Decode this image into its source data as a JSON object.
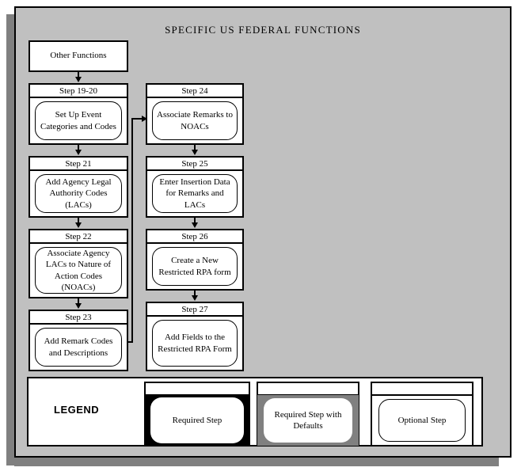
{
  "diagram": {
    "title": "SPECIFIC US FEDERAL FUNCTIONS",
    "background_color": "#c0c0c0",
    "shadow_color": "#808080",
    "border_color": "#000000"
  },
  "entry_box": {
    "label": "Other Functions"
  },
  "columns": [
    {
      "name": "left-column",
      "steps": [
        {
          "header": "Step 19-20",
          "body": "Set Up Event Categories and Codes"
        },
        {
          "header": "Step 21",
          "body": "Add Agency Legal Authority Codes (LACs)"
        },
        {
          "header": "Step 22",
          "body": "Associate Agency LACs to Nature of Action Codes (NOACs)"
        },
        {
          "header": "Step 23",
          "body": "Add Remark Codes and Descriptions"
        }
      ]
    },
    {
      "name": "right-column",
      "steps": [
        {
          "header": "Step 24",
          "body": "Associate Remarks to NOACs"
        },
        {
          "header": "Step 25",
          "body": "Enter Insertion Data for Remarks and LACs"
        },
        {
          "header": "Step 26",
          "body": "Create a New Restricted RPA form"
        },
        {
          "header": "Step 27",
          "body": "Add Fields to the Restricted RPA Form"
        }
      ]
    }
  ],
  "legend": {
    "title": "LEGEND",
    "items": [
      {
        "label": "Required Step",
        "style": "required",
        "fill_color": "#000000"
      },
      {
        "label": "Required Step with Defaults",
        "style": "defaults",
        "fill_color": "#808080"
      },
      {
        "label": "Optional Step",
        "style": "optional",
        "fill_color": "#ffffff"
      }
    ]
  }
}
